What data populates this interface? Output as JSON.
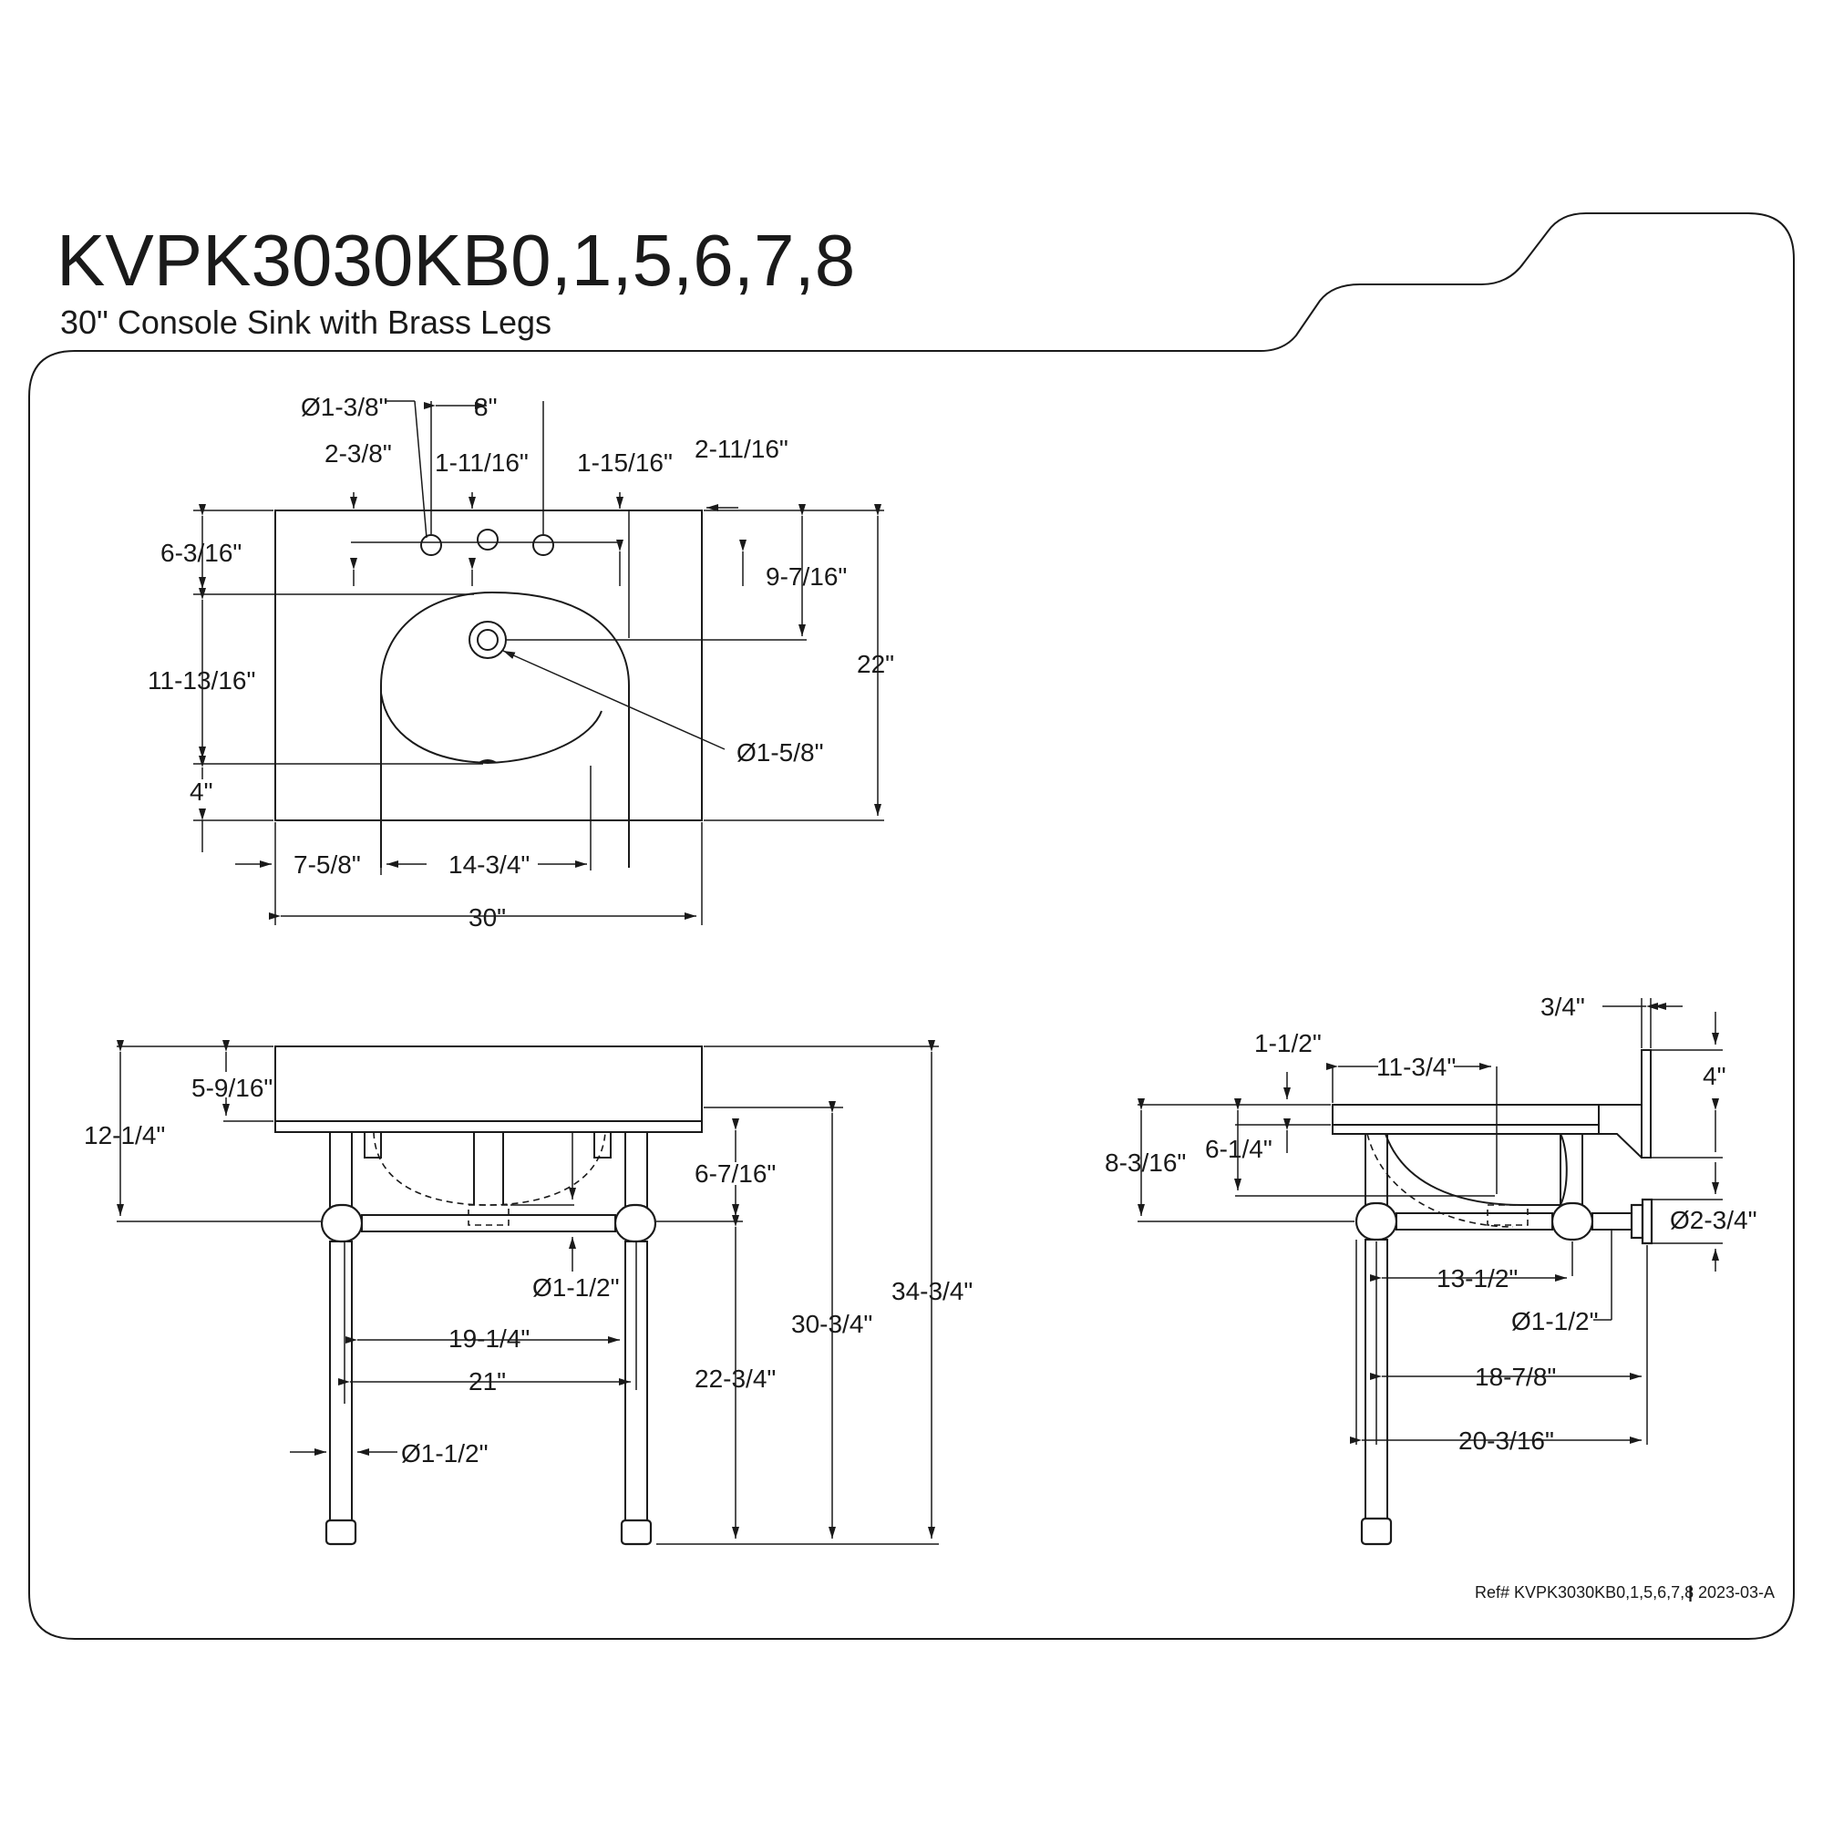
{
  "header": {
    "model": "KVPK3030KB0,1,5,6,7,8",
    "description": "30\" Console Sink with Brass Legs"
  },
  "top_view": {
    "dims": {
      "hole_dia": "Ø1-3/8\"",
      "spread": "8\"",
      "left_hole_offset": "2-3/8\"",
      "center_offset": "1-11/16\"",
      "right_offset": "1-15/16\"",
      "back_edge": "2-11/16\"",
      "faucet_to_bowl": "6-3/16\"",
      "back_to_drain": "9-7/16\"",
      "bowl_depth": "11-13/16\"",
      "front_edge": "4\"",
      "depth": "22\"",
      "drain_dia": "Ø1-5/8\"",
      "side_offset": "7-5/8\"",
      "bowl_width": "14-3/4\"",
      "width": "30\""
    }
  },
  "front_view": {
    "dims": {
      "top_thickness": "5-9/16\"",
      "top_to_bar": "12-1/4\"",
      "bowl_to_bar": "6-7/16\"",
      "bar_dia": "Ø1-1/2\"",
      "inner_legs": "19-1/4\"",
      "outer_legs": "21\"",
      "leg_dia": "Ø1-1/2\"",
      "bar_height": "22-3/4\"",
      "bowl_height": "30-3/4\"",
      "total_height": "34-3/4\""
    }
  },
  "side_view": {
    "dims": {
      "bracket_thickness": "3/4\"",
      "bracket_height": "4\"",
      "top_thickness": "1-1/2\"",
      "bowl_depth": "11-3/4\"",
      "bowl_height": "6-1/4\"",
      "top_to_bar": "8-3/16\"",
      "flange_dia": "Ø2-3/4\"",
      "bar_length": "13-1/2\"",
      "bar_dia": "Ø1-1/2\"",
      "leg_to_wall": "18-7/8\"",
      "total_depth": "20-3/16\""
    }
  },
  "footer": {
    "ref": "Ref# KVPK3030KB0,1,5,6,7,8",
    "sep": "|",
    "date": "2023-03-A"
  }
}
